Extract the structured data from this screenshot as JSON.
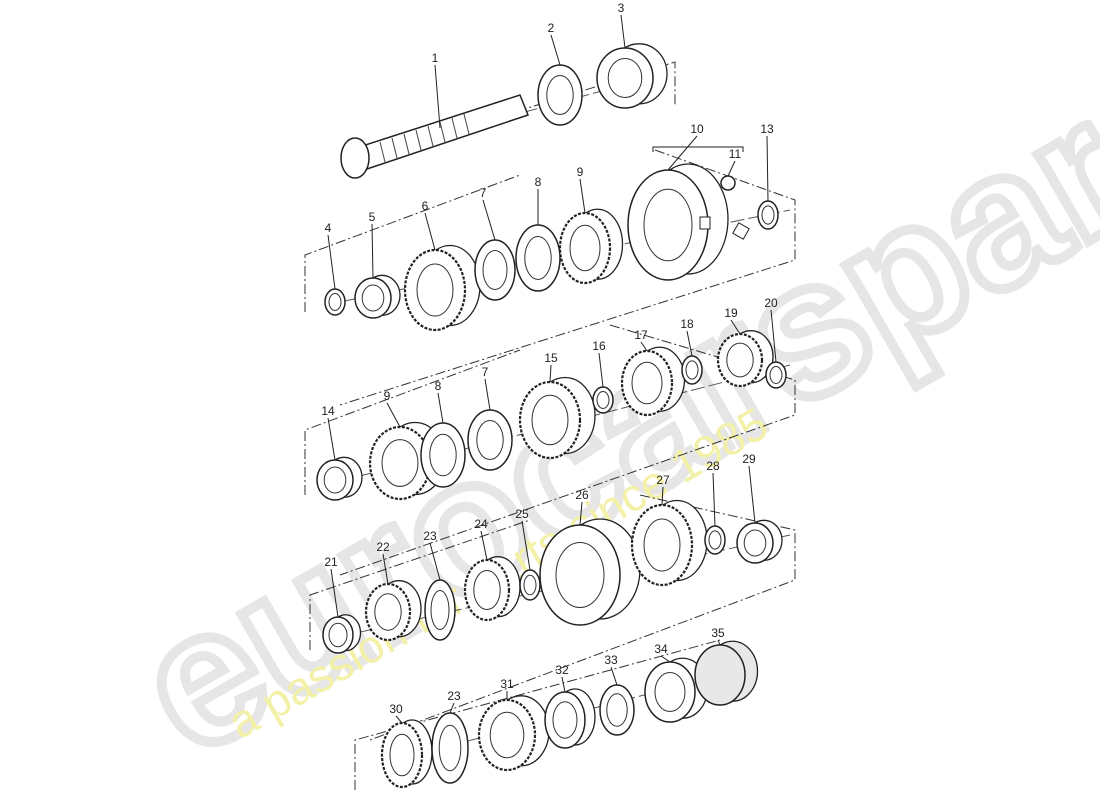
{
  "diagram": {
    "callouts": [
      "1",
      "2",
      "3",
      "4",
      "5",
      "6",
      "7",
      "8",
      "9",
      "10",
      "11",
      "13",
      "14",
      "9",
      "8",
      "7",
      "15",
      "16",
      "17",
      "18",
      "19",
      "20",
      "21",
      "22",
      "23",
      "24",
      "25",
      "26",
      "27",
      "28",
      "29",
      "30",
      "23",
      "31",
      "32",
      "33",
      "34",
      "35"
    ]
  },
  "watermark": {
    "brand": "eurocarspares",
    "tagline": "a passion for parts since 1985",
    "colors": {
      "brand": "#e6e6e6",
      "tagline": "#f3f0a8"
    }
  }
}
